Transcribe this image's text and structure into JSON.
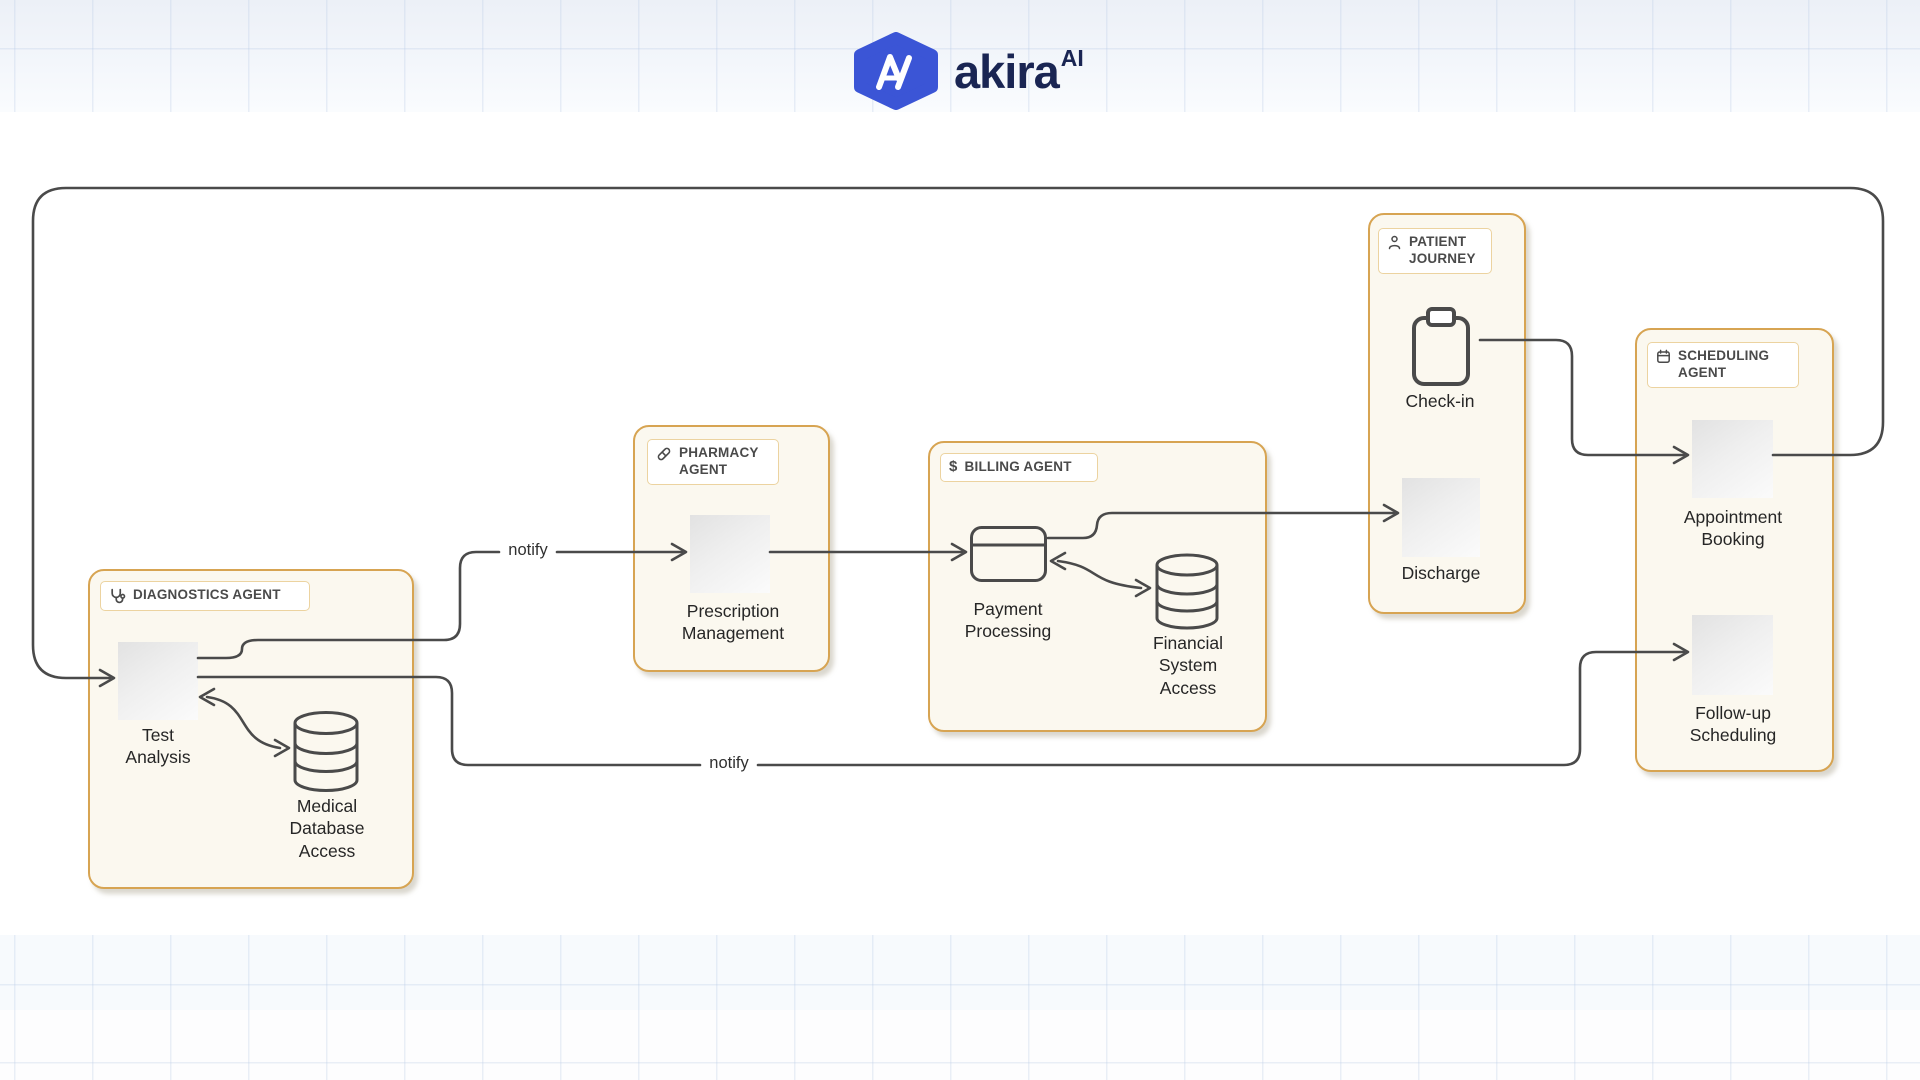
{
  "brand": {
    "wordmark": "akira",
    "suffix": "AI",
    "badge_color": "#3b55d6",
    "text_color": "#1a2553"
  },
  "agent_boxes": {
    "diagnostics": {
      "label": "DIAGNOSTICS AGENT",
      "icon": "stethoscope-icon"
    },
    "pharmacy": {
      "label": "PHARMACY AGENT",
      "icon": "pill-icon"
    },
    "billing": {
      "label": "BILLING AGENT",
      "icon": "dollar-icon"
    },
    "patient_journey": {
      "label": "PATIENT JOURNEY",
      "icon": "person-icon"
    },
    "scheduling": {
      "label": "SCHEDULING AGENT",
      "icon": "calendar-icon"
    }
  },
  "nodes": {
    "test_analysis": "Test Analysis",
    "medical_db": "Medical Database Access",
    "prescription": "Prescription Management",
    "payment": "Payment Processing",
    "financial": "Financial System Access",
    "check_in": "Check-in",
    "discharge": "Discharge",
    "appointment": "Appointment Booking",
    "follow_up": "Follow-up Scheduling"
  },
  "edge_labels": {
    "notify_pharmacy": "notify",
    "notify_scheduling": "notify"
  },
  "icons": {
    "billing_dollar": "$"
  },
  "colors": {
    "agent_border": "#d7a452",
    "agent_fill": "#fbf8ef",
    "edge": "#4a4a4a"
  }
}
